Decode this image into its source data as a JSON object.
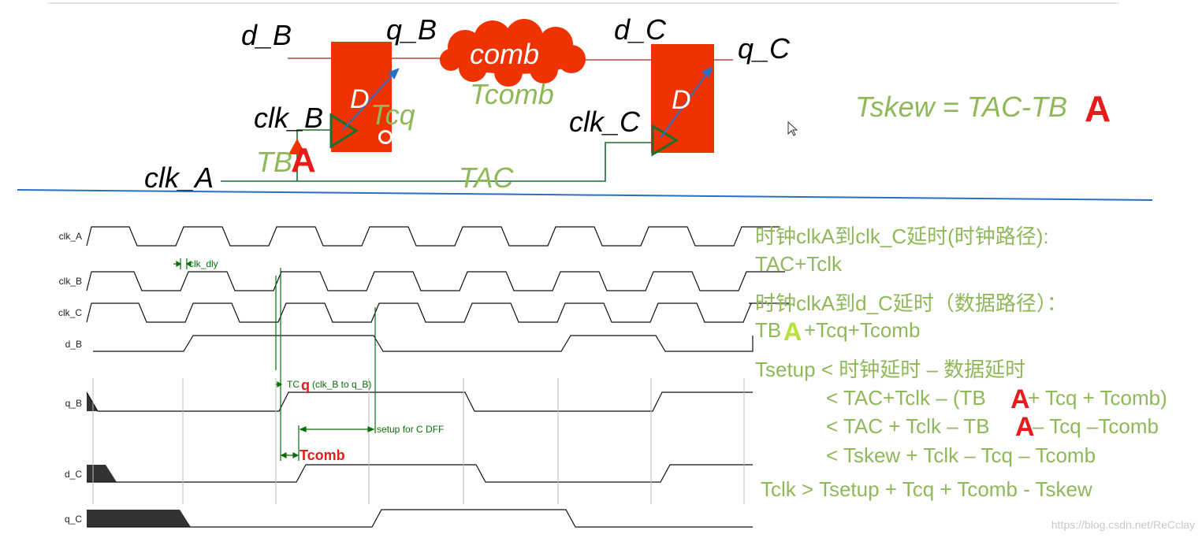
{
  "colors": {
    "ff_fill": "#ee3300",
    "comb_fill": "#ee3300",
    "label_green": "#8fb858",
    "dark_green": "#1a6e2e",
    "annot_red": "#e81b1b",
    "blue_line": "#2a6fc4",
    "wave": "#111111",
    "dim": "#0a6e0a"
  },
  "schematic": {
    "d_b": "d_B",
    "q_b": "q_B",
    "d_c": "d_C",
    "q_c": "q_C",
    "comb": "comb",
    "tcomb": "Tcomb",
    "ff_b_d": "D",
    "ff_c_d": "D",
    "clk_b": "clk_B",
    "clk_c": "clk_C",
    "clk_a": "clk_A",
    "tcq": "Tcq",
    "tba_prefix": "TB",
    "tba_overlay": "A",
    "tac": "TAC",
    "tskew_prefix": "Tskew = TAC-TB",
    "tskew_overlay": "A"
  },
  "timing": {
    "signals": [
      "clk_A",
      "clk_B",
      "clk_C",
      "d_B",
      "q_B",
      "d_C",
      "q_C"
    ],
    "clk_dly": "clk_dly",
    "tcq_prefix": "TC",
    "tcq_q": "q",
    "tcq_suffix": "(clk_B to q_B)",
    "setup_for_c": "setup for C DFF",
    "tcomb_red": "Tcomb"
  },
  "notes": {
    "line1": "时钟clkA到clk_C延时(时钟路径):",
    "line2": "TAC+Tclk",
    "line3": "时钟clkA到d_C延时（数据路径）：",
    "line4_prefix": "TB",
    "line4_overlay": "A",
    "line4_suffix": "+Tcq+Tcomb",
    "line5": "Tsetup < 时钟延时 – 数据延时",
    "line6_prefix": "< TAC+Tclk – (TB",
    "line6_overlay": "A",
    "line6_suffix": " + Tcq + Tcomb)",
    "line7_prefix": "< TAC + Tclk – TB",
    "line7_overlay": "A",
    "line7_suffix": " – Tcq –Tcomb",
    "line8": "< Tskew + Tclk – Tcq – Tcomb",
    "line9": "Tclk > Tsetup + Tcq + Tcomb - Tskew"
  },
  "watermark": "https://blog.csdn.net/ReCclay"
}
